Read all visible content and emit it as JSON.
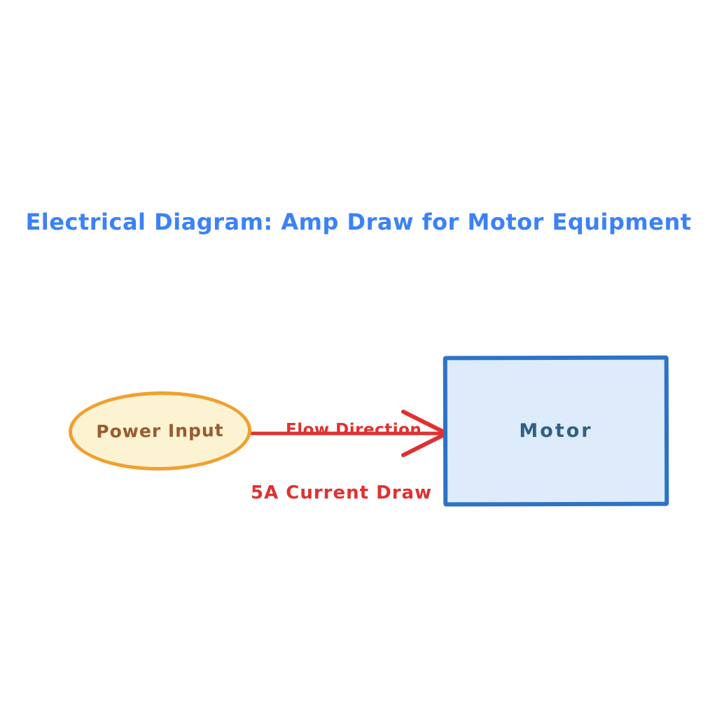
{
  "title": "Electrical Diagram: Amp Draw for Motor Equipment",
  "colors": {
    "background": "#ffffff",
    "title_text": "#3b82f6",
    "power_border": "#f0a030",
    "power_fill": "#fcf3d2",
    "power_text": "#9a5b2e",
    "motor_border": "#2e72c4",
    "motor_fill": "#ddebfa",
    "motor_text": "#2f6187",
    "arrow": "#e03131"
  },
  "diagram": {
    "power_node": {
      "label": "Power Input",
      "shape": "ellipse"
    },
    "motor_node": {
      "label": "Motor",
      "shape": "rectangle"
    },
    "edge": {
      "label": "Flow Direction",
      "annotation": "5A Current Draw",
      "from": "Power Input",
      "to": "Motor",
      "direction": "left-to-right"
    }
  }
}
